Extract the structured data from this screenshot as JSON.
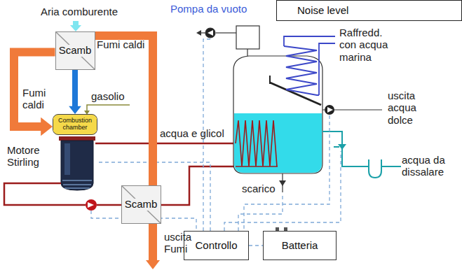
{
  "diagram": {
    "nodes": [
      {
        "text": [
          "Noise level"
        ]
      },
      {
        "text": [
          "Scamb"
        ]
      },
      {
        "text": [
          "Combustion chamber"
        ]
      },
      {
        "text": [
          "Scamb"
        ]
      },
      {
        "text": [
          "Controllo"
        ]
      },
      {
        "text": [
          "Batteria"
        ]
      }
    ],
    "edges": [
      {
        "from": 1,
        "to": 2,
        "arrow": "to"
      },
      {
        "from": 2,
        "to": 1,
        "arrow": "to"
      },
      {
        "from": 1,
        "to": 3,
        "arrow": "none"
      },
      {
        "from": 4,
        "to": 5,
        "arrow": "none"
      }
    ],
    "labels": [
      "Aria comburente",
      "Fumi caldi",
      "Fumi caldi",
      "gasolio",
      "Motore Stirling",
      "acqua e glicol",
      "uscita Fumi",
      "Pompa da vuoto",
      "Raffredd. con acqua marina",
      "uscita acqua dolce",
      "acqua da dissalare",
      "scarico"
    ]
  }
}
